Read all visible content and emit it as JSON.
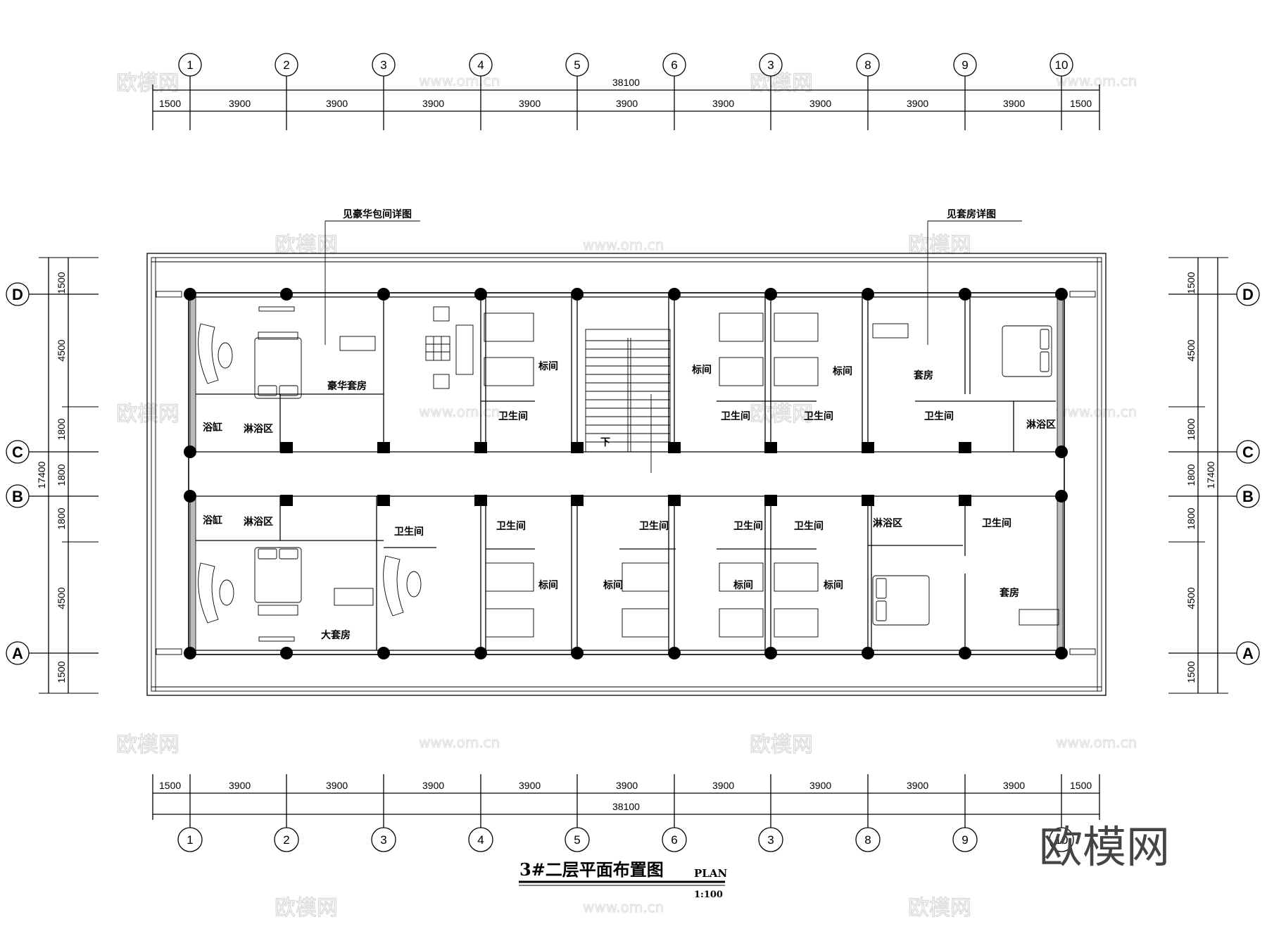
{
  "drawing": {
    "title": "3#二层平面布置图",
    "subtitle": "PLAN",
    "scale": "1:100",
    "watermark_logo": "欧模网",
    "watermark_url": "www.om.cn"
  },
  "axes_horizontal": {
    "labels": [
      "1",
      "2",
      "3",
      "4",
      "5",
      "6",
      "3",
      "8",
      "9",
      "10"
    ],
    "segments": [
      "1500",
      "3900",
      "3900",
      "3900",
      "3900",
      "3900",
      "3900",
      "3900",
      "3900",
      "3900",
      "1500"
    ],
    "total": "38100"
  },
  "axes_vertical": {
    "labels": [
      "D",
      "C",
      "B",
      "A"
    ],
    "segments_top_to_bottom": [
      "1500",
      "4500",
      "1800",
      "1800",
      "1800",
      "4500",
      "1500"
    ],
    "total": "17400"
  },
  "callouts": {
    "left": "见豪华包间详图",
    "right": "见套房详图"
  },
  "rooms": {
    "upper": {
      "deluxe_suite": "豪华套房",
      "bathtub": "浴缸",
      "shower": "淋浴区",
      "twin_1": "标间",
      "wc_1": "卫生间",
      "twin_2": "标间",
      "wc_2": "卫生间",
      "twin_3": "标间",
      "wc_3": "卫生间",
      "suite": "套房",
      "wc_4": "卫生间",
      "shower_right": "淋浴区",
      "stair_down": "下"
    },
    "lower": {
      "bathtub": "浴缸",
      "shower": "淋浴区",
      "wc_a": "卫生间",
      "large_suite": "大套房",
      "wc_1": "卫生间",
      "twin_1": "标间",
      "twin_2": "标间",
      "wc_2": "卫生间",
      "wc_3": "卫生间",
      "twin_3": "标间",
      "wc_4": "卫生间",
      "twin_4": "标间",
      "shower_right": "淋浴区",
      "wc_5": "卫生间",
      "suite": "套房"
    }
  }
}
